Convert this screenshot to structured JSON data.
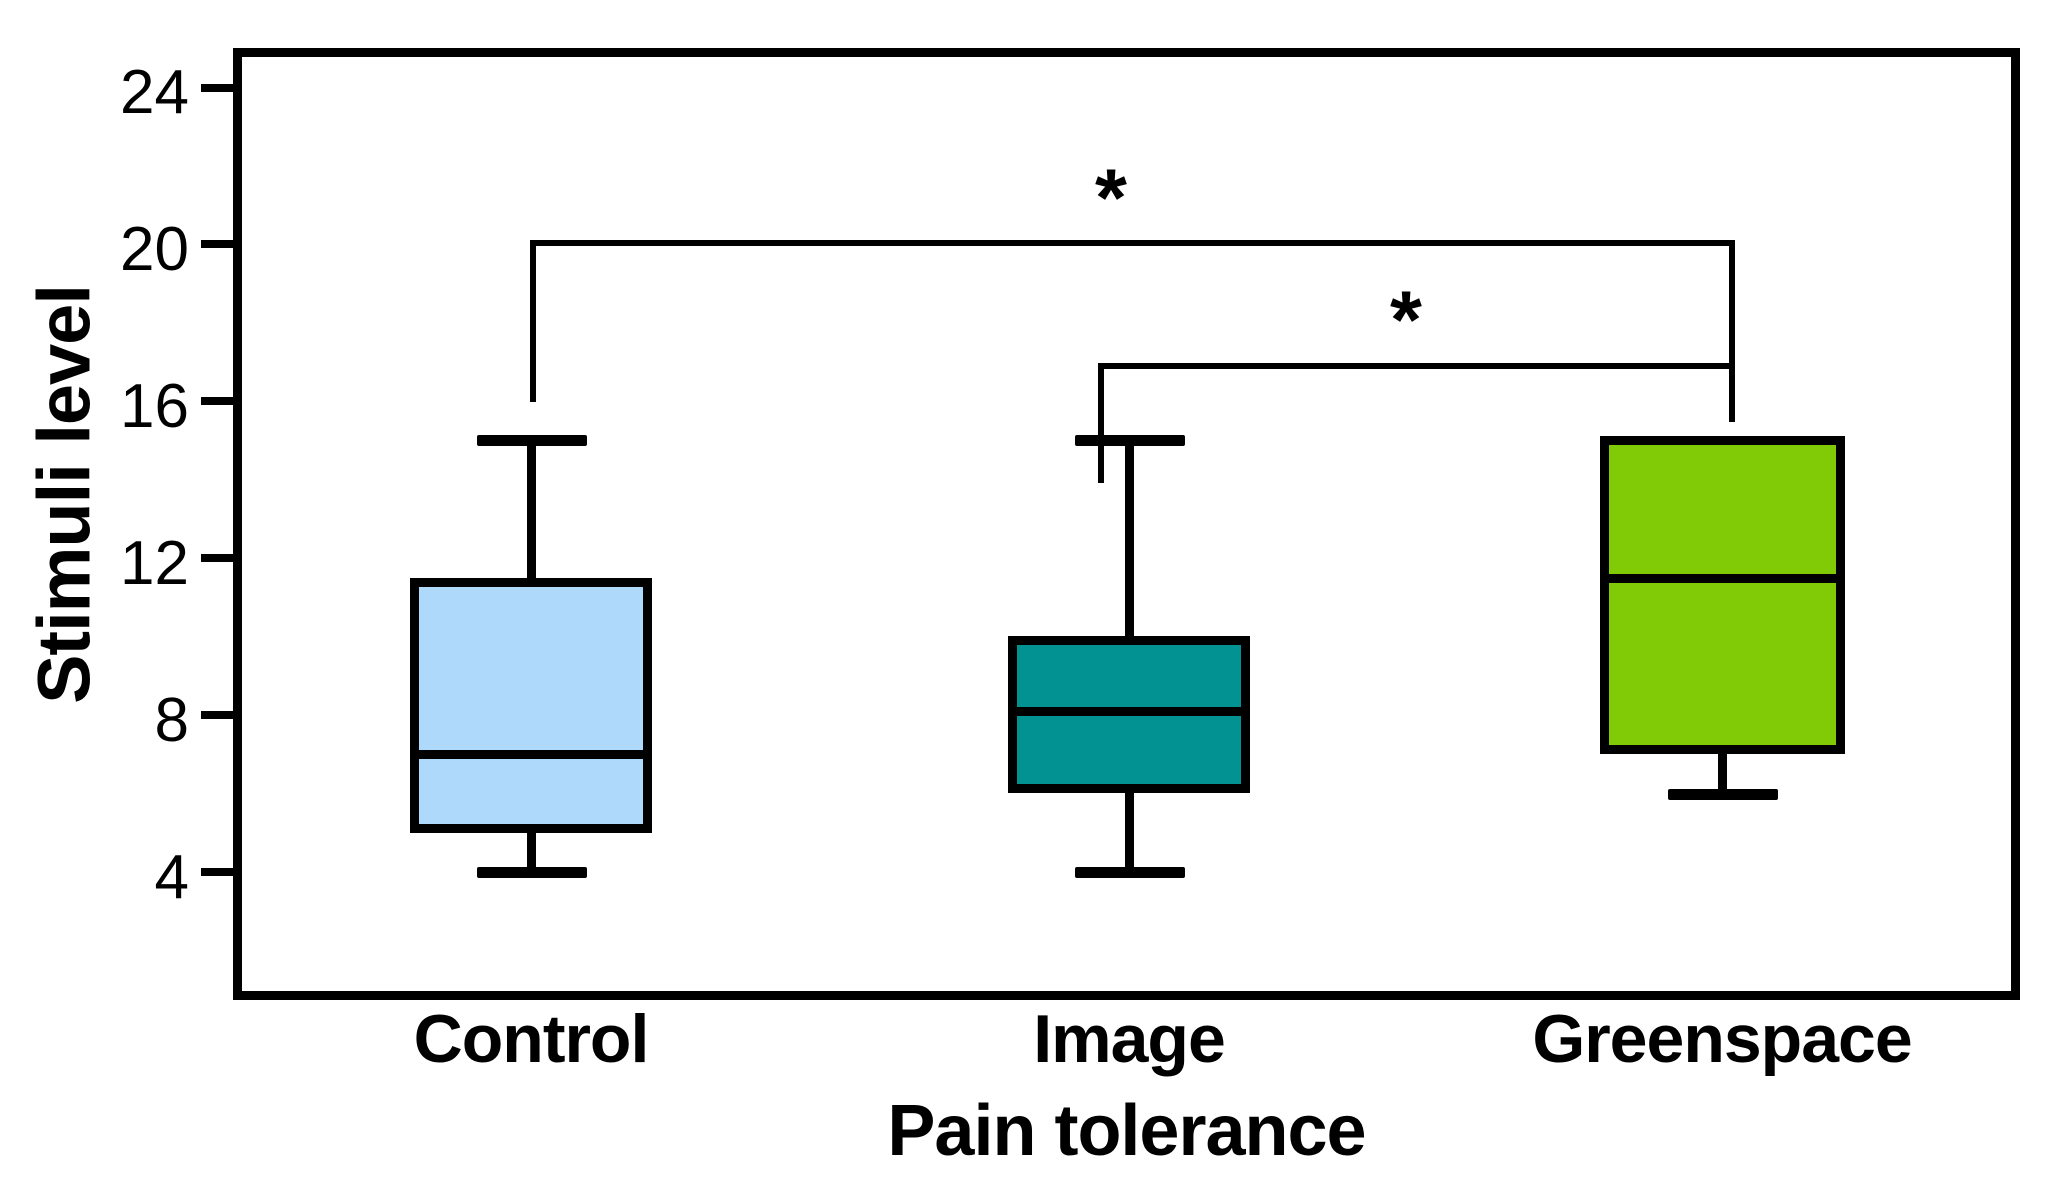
{
  "chart_data": {
    "type": "box",
    "title": "",
    "xlabel": "Pain tolerance",
    "ylabel": "Stimuli level",
    "ylim": [
      2,
      25
    ],
    "yticks": [
      4,
      8,
      12,
      16,
      20,
      24
    ],
    "ytick_labels": [
      "4",
      "8",
      "12",
      "16",
      "20",
      "24"
    ],
    "grid": false,
    "legend": "none",
    "categories": [
      "Control",
      "Image",
      "Greenspace"
    ],
    "boxes": [
      {
        "label": "Control",
        "color": "#AED9FB",
        "whisker_low": 4,
        "q1": 5,
        "median": 7,
        "q3": 11.5,
        "whisker_high": 15
      },
      {
        "label": "Image",
        "color": "#029292",
        "whisker_low": 4,
        "q1": 6,
        "median": 8,
        "q3": 10,
        "whisker_high": 15
      },
      {
        "label": "Greenspace",
        "color": "#80CB06",
        "whisker_low": 6,
        "q1": 7,
        "median": 11.5,
        "q3": 15,
        "whisker_high": 15
      }
    ],
    "annotations": [
      {
        "name": "significance-control-greenspace",
        "symbol": "*",
        "from": "Control",
        "to": "Greenspace",
        "level": 20.3
      },
      {
        "name": "significance-image-greenspace",
        "symbol": "*",
        "to": "Greenspace",
        "from": "Image",
        "level": 17.0
      }
    ]
  },
  "axis": {
    "y_title": "Stimuli level",
    "x_title": "Pain tolerance",
    "y_tick_0": "4",
    "y_tick_1": "8",
    "y_tick_2": "12",
    "y_tick_3": "16",
    "y_tick_4": "20",
    "y_tick_5": "24",
    "x_tick_0": "Control",
    "x_tick_1": "Image",
    "x_tick_2": "Greenspace"
  },
  "annotations": {
    "star_1": "*",
    "star_2": "*"
  }
}
